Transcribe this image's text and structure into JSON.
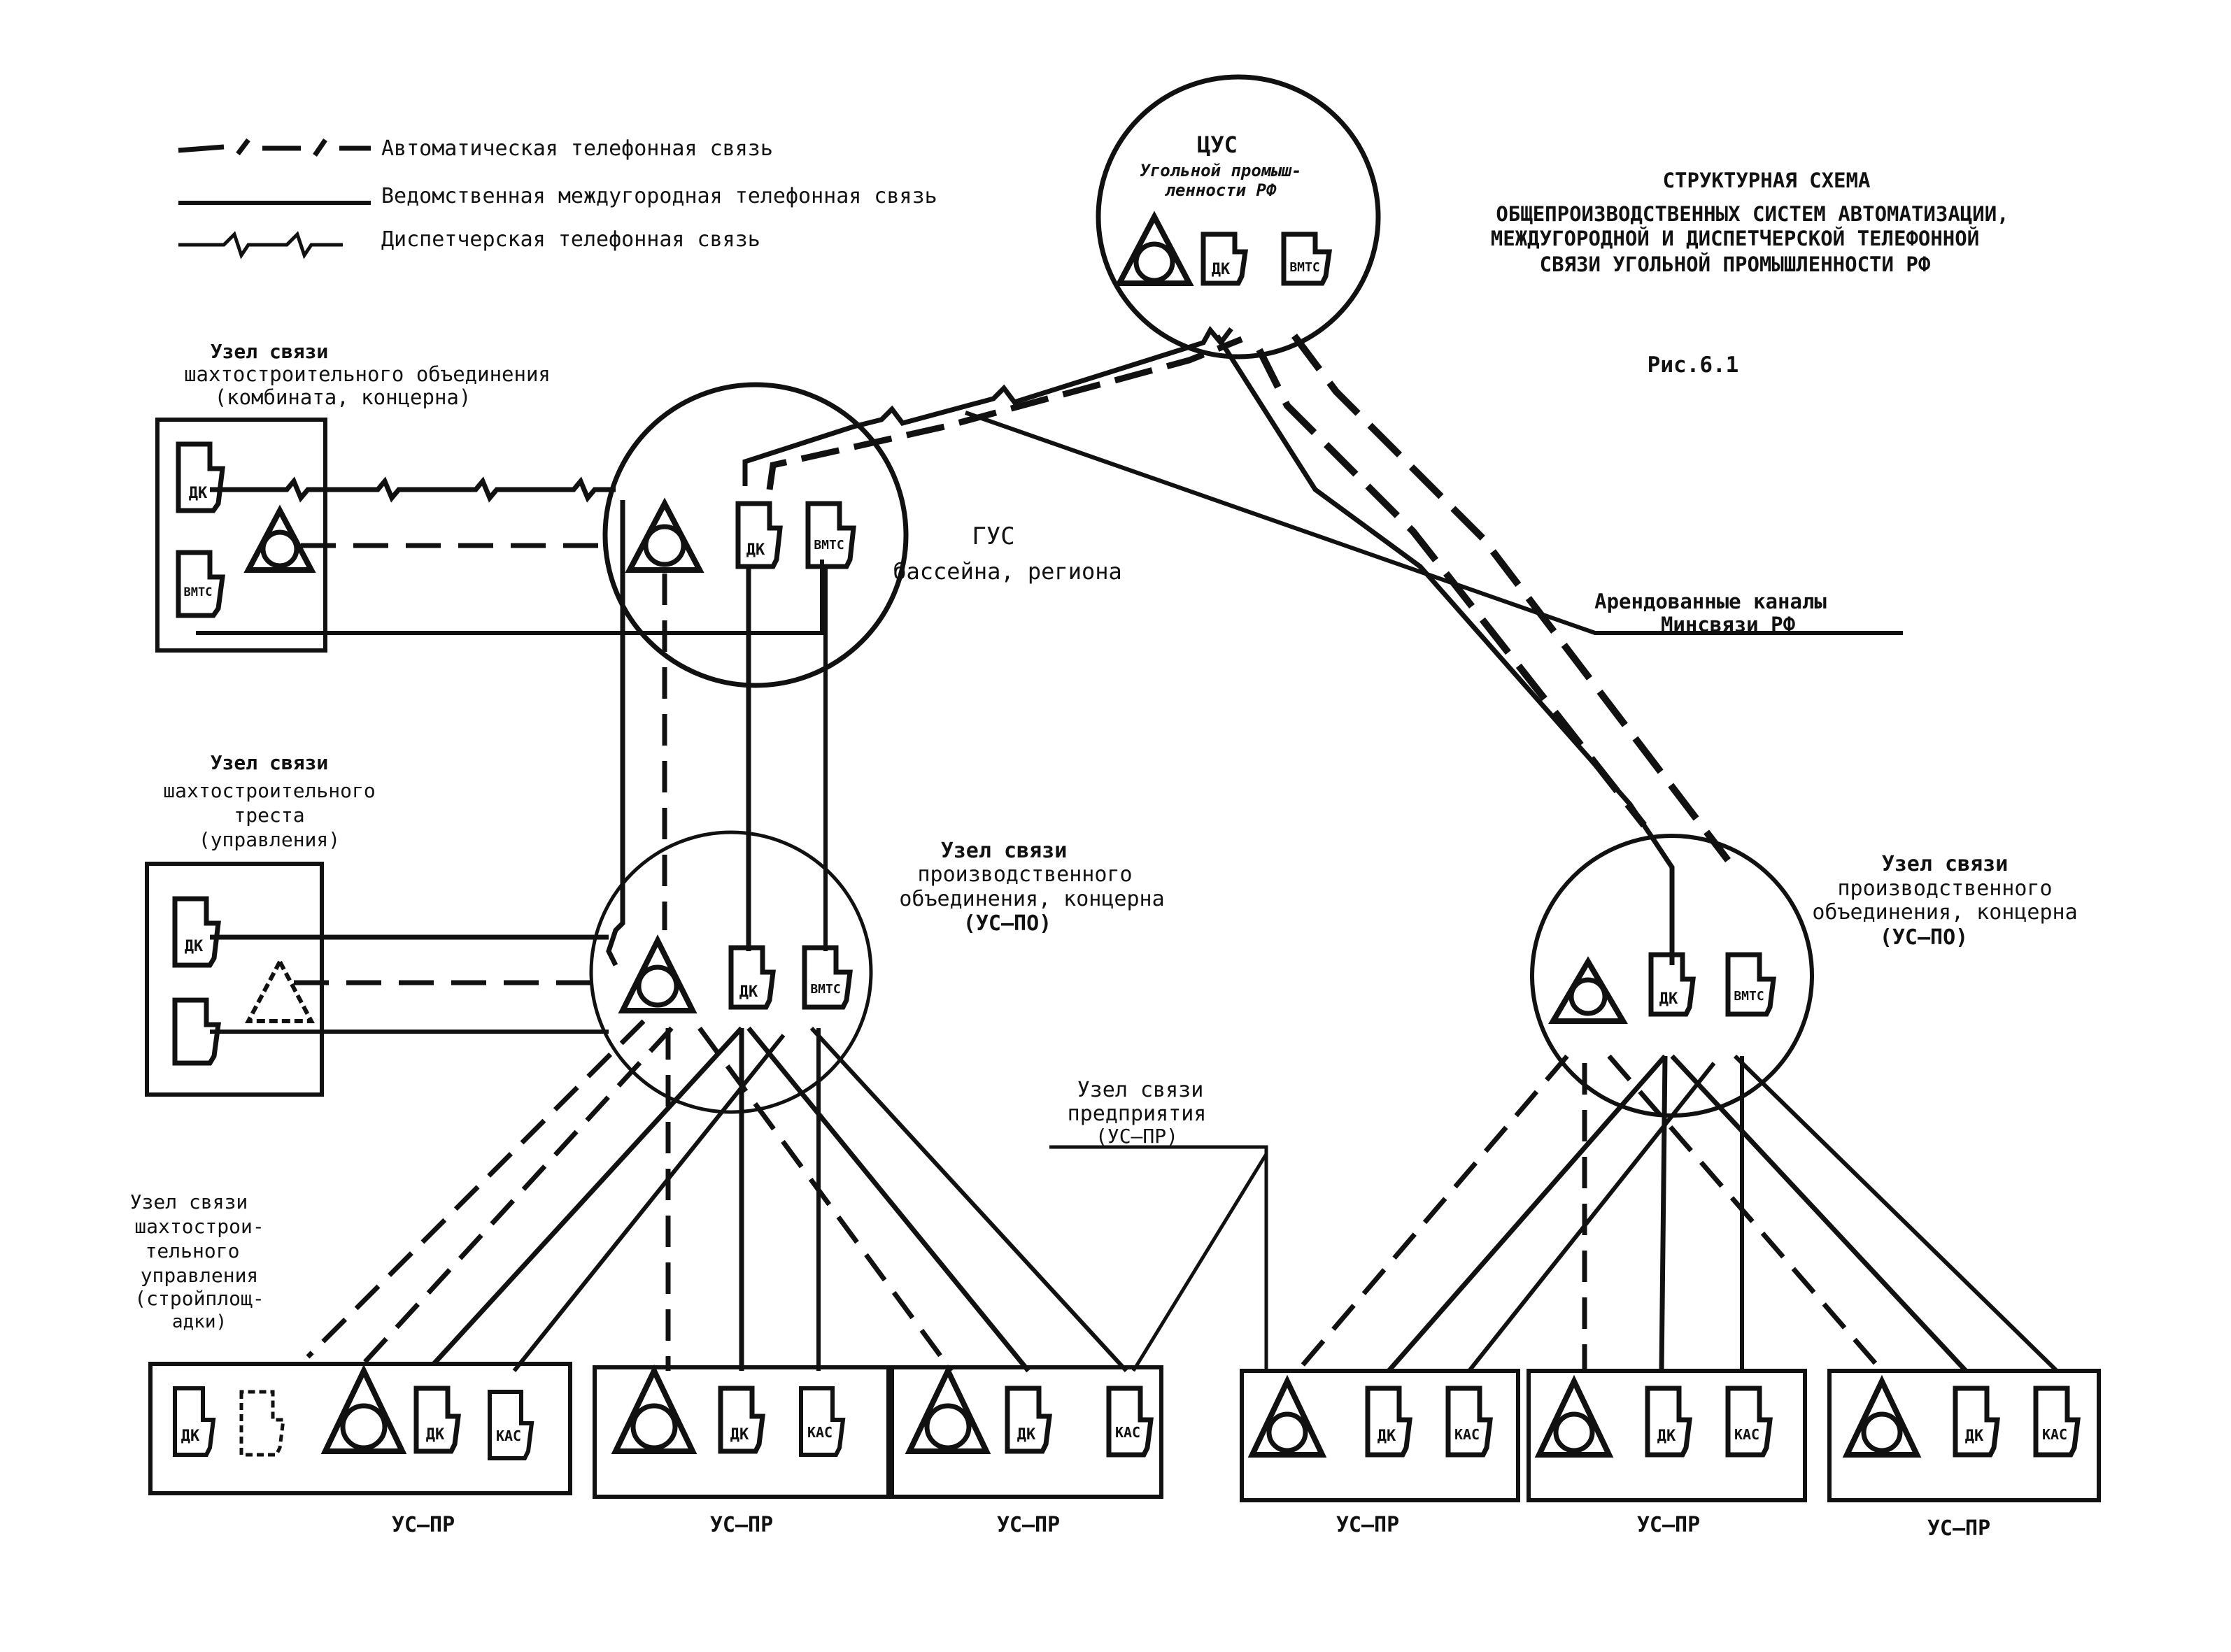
{
  "legend": {
    "auto": "Автоматическая телефонная связь",
    "trunk": "Ведомственная междугородная телефонная связь",
    "dispatch": "Диспетчерская телефонная связь"
  },
  "title": {
    "line1": "СТРУКТУРНАЯ СХЕМА",
    "line2": "ОБЩЕПРОИЗВОДСТВЕННЫХ СИСТЕМ АВТОМАТИЗАЦИИ,",
    "line3": "МЕЖДУГОРОДНОЙ И ДИСПЕТЧЕРСКОЙ ТЕЛЕФОННОЙ",
    "line4": "СВЯЗИ УГОЛЬНОЙ ПРОМЫШЛЕННОСТИ РФ",
    "figure": "Рис.6.1"
  },
  "nodes": {
    "cus": {
      "title": "ЦУС",
      "line1": "Угольной промыш-",
      "line2": "ленности РФ"
    },
    "gus": {
      "line1": "ГУС",
      "line2": "бассейна, региона"
    },
    "mine_union": {
      "line1": "Узел связи",
      "line2": "шахтостроительного объединения",
      "line3": "(комбината, концерна)"
    },
    "mine_trust": {
      "line1": "Узел связи",
      "line2": "шахтостроительного",
      "line3": "треста",
      "line4": "(управления)"
    },
    "mine_mgmt": {
      "line1": "Узел связи",
      "line2": "шахтострои-",
      "line3": "тельного",
      "line4": "управления",
      "line5": "(стройплощ-",
      "line6": "адки)"
    },
    "uspo_left": {
      "line1": "Узел связи",
      "line2": "производственного",
      "line3": "объединения, концерна",
      "line4": "(УС–ПО)"
    },
    "uspo_right": {
      "line1": "Узел связи",
      "line2": "производственного",
      "line3": "объединения, концерна",
      "line4": "(УС–ПО)"
    },
    "uspr_label": {
      "line1": "Узел связи",
      "line2": "предприятия",
      "line3": "(УС–ПР)"
    },
    "leased": {
      "line1": "Арендованные каналы",
      "line2": "Минсвязи РФ"
    }
  },
  "devices": {
    "dk": "ДК",
    "vmts": "ВМТС",
    "kas": "КАС"
  },
  "bottom_labels": [
    "УС–ПР",
    "УС–ПР",
    "УС–ПР",
    "УС–ПР",
    "УС–ПР",
    "УС–ПР"
  ]
}
